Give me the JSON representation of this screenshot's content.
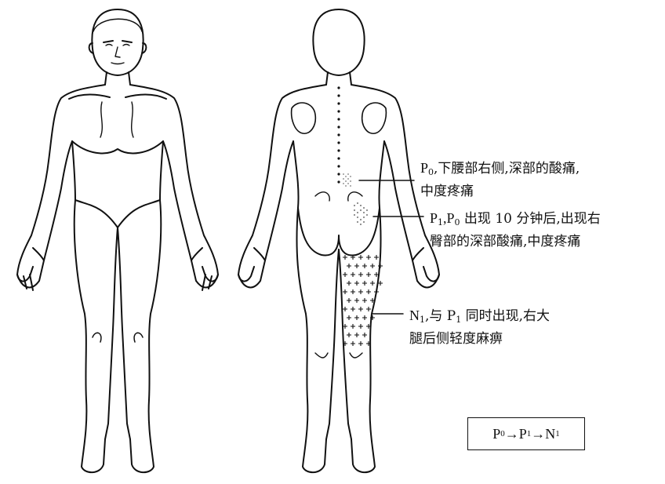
{
  "annotations": [
    {
      "key": "p0",
      "sym": "P",
      "sub": "0",
      "line1": ",下腰部右侧,深部的酸痛,",
      "line2": "中度疼痛"
    },
    {
      "key": "p1",
      "sym": "P",
      "sub": "1",
      "mid": ",P",
      "sub2": "0",
      "line1": " 出现 10 分钟后,出现右",
      "line2": "臀部的深部酸痛,中度疼痛"
    },
    {
      "key": "n1",
      "sym": "N",
      "sub": "1",
      "line1": ",与 P",
      "sub2": "1",
      "line1b": " 同时出现,右大",
      "line2": "腿后侧轻度麻痹"
    }
  ],
  "sequence": [
    {
      "sym": "P",
      "sub": "0"
    },
    {
      "sym": "P",
      "sub": "1"
    },
    {
      "sym": "N",
      "sub": "1"
    }
  ],
  "arrow": "→"
}
